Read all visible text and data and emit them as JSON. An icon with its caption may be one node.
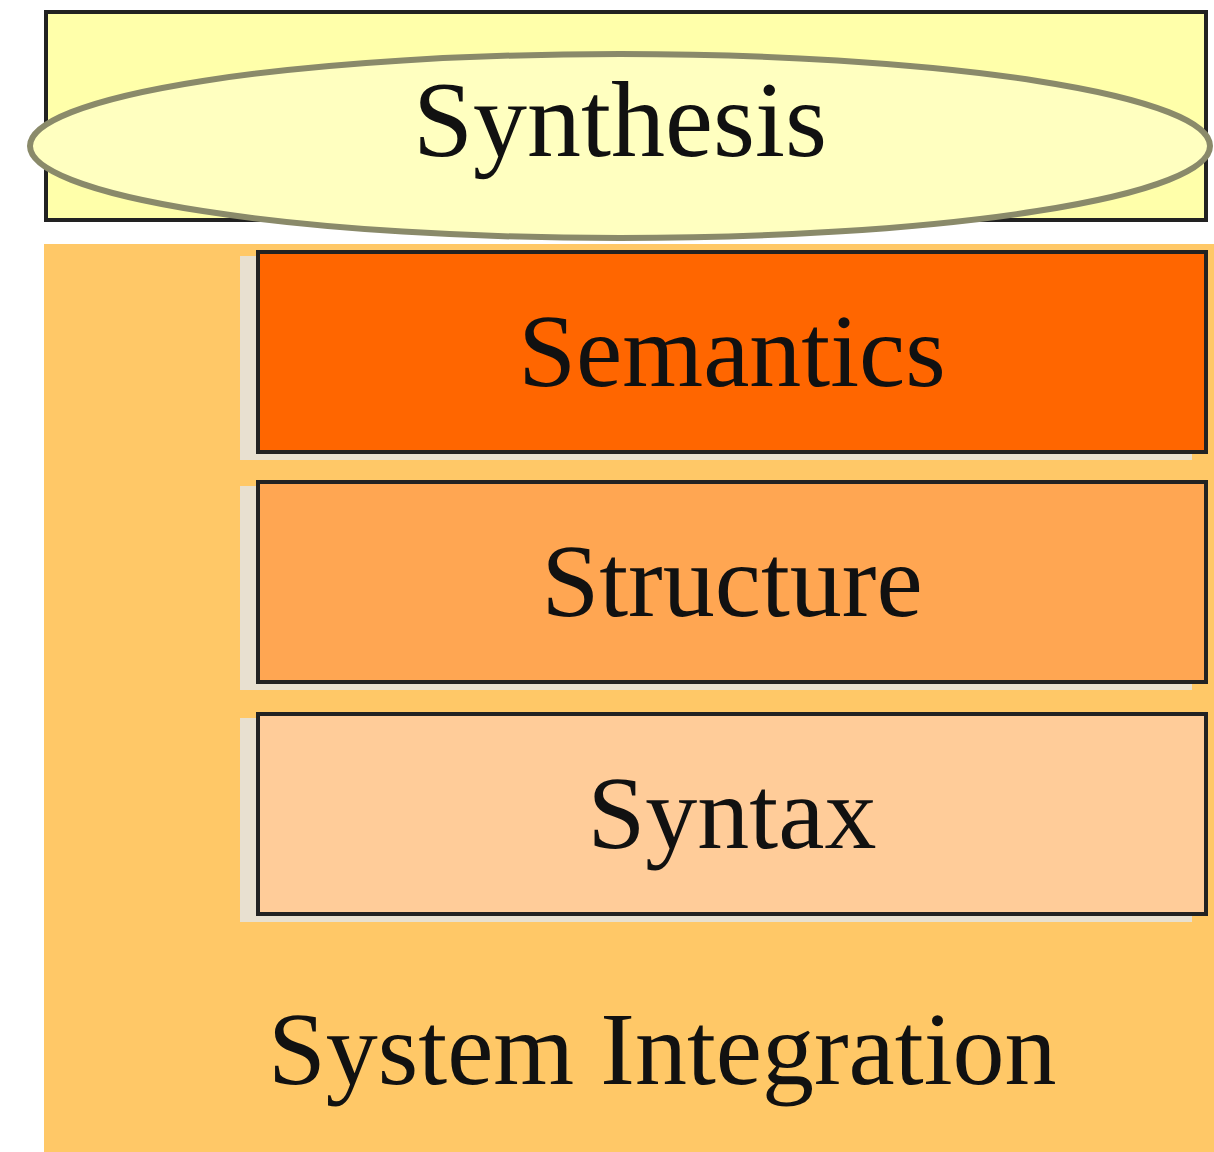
{
  "diagram": {
    "nodes": [
      {
        "text": [
          "Synthesis"
        ]
      },
      {
        "text": [
          "System Integration"
        ]
      },
      {
        "text": [
          "Semantics"
        ],
        "in": 1
      },
      {
        "text": [
          "Structure"
        ],
        "in": 1
      },
      {
        "text": [
          "Syntax"
        ],
        "in": 1
      }
    ]
  }
}
